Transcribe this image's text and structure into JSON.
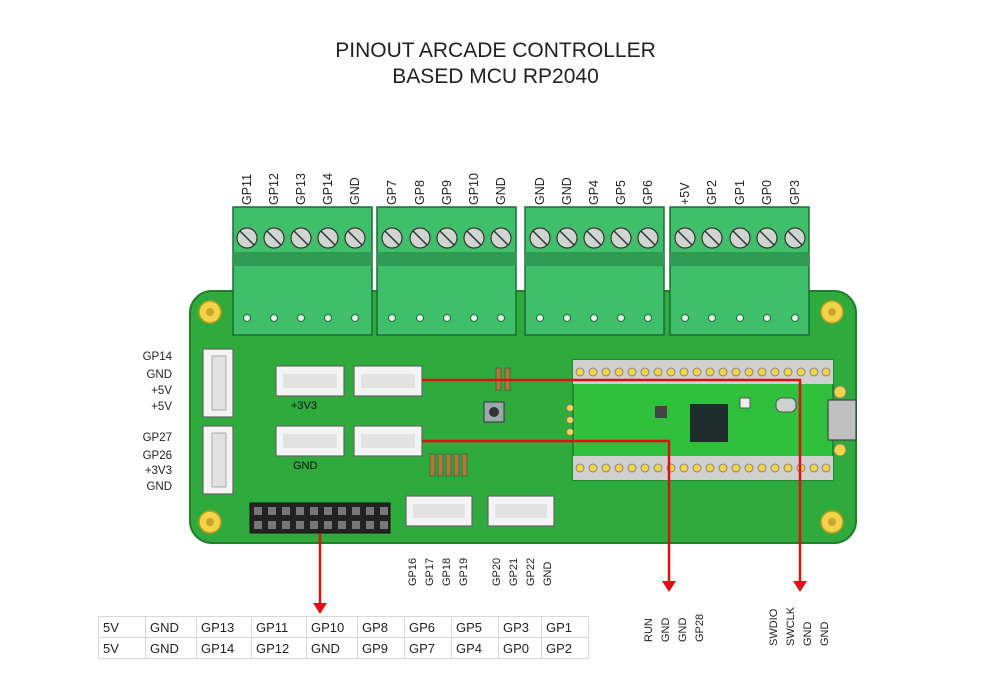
{
  "title": {
    "line1": "PINOUT ARCADE CONTROLLER",
    "line2": "BASED MCU RP2040"
  },
  "terminal_blocks": [
    {
      "pins": [
        "GP11",
        "GP12",
        "GP13",
        "GP14",
        "GND"
      ]
    },
    {
      "pins": [
        "GP7",
        "GP8",
        "GP9",
        "GP10",
        "GND"
      ]
    },
    {
      "pins": [
        "GND",
        "GND",
        "GP4",
        "GP5",
        "GP6"
      ]
    },
    {
      "pins": [
        "+5V",
        "GP2",
        "GP1",
        "GP0",
        "GP3"
      ]
    }
  ],
  "left_connectors": [
    {
      "pins": [
        "GP14",
        "GND",
        "+5V",
        "+5V"
      ]
    },
    {
      "pins": [
        "GP27",
        "GP26",
        "+3V3",
        "GND"
      ]
    }
  ],
  "board_connector_labels": {
    "upper": "+3V3",
    "lower": "GND"
  },
  "bottom_connectors": [
    {
      "pins": [
        "GP16",
        "GP17",
        "GP18",
        "GP19"
      ]
    },
    {
      "pins": [
        "GP20",
        "GP21",
        "GP22",
        "GND"
      ]
    }
  ],
  "right_labels": {
    "group1": [
      "RUN",
      "GND",
      "GND",
      "GP28"
    ],
    "group2": [
      "SWDIO",
      "SWCLK",
      "GND",
      "GND"
    ]
  },
  "header_table": [
    [
      "5V",
      "GND",
      "GP13",
      "GP11",
      "GP10",
      "GP8",
      "GP6",
      "GP5",
      "GP3",
      "GP1"
    ],
    [
      "5V",
      "GND",
      "GP14",
      "GP12",
      "GND",
      "GP9",
      "GP7",
      "GP4",
      "GP0",
      "GP2"
    ]
  ],
  "colors": {
    "pcb": "#2faa3c",
    "terminal": "#3fbf6a",
    "arrow": "#dd1111",
    "pico": "#2fc13c",
    "mounting_hole": "#f2d34a"
  }
}
